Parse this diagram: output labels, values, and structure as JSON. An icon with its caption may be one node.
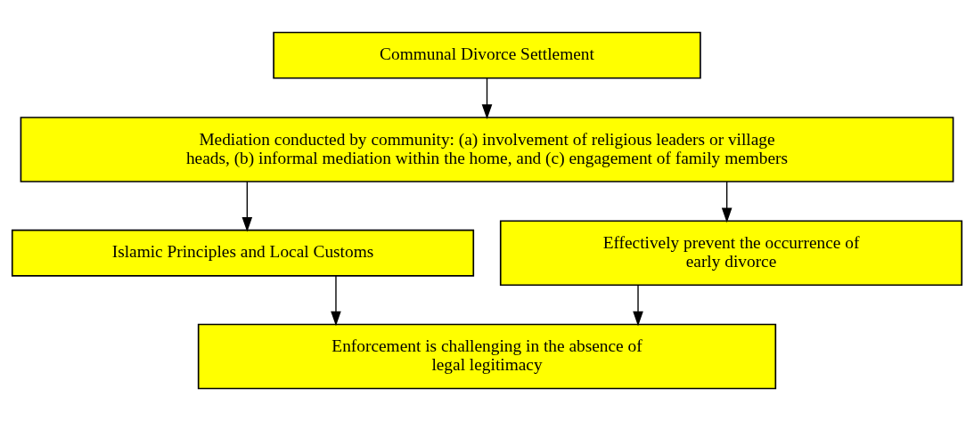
{
  "diagram": {
    "nodes": [
      {
        "text": [
          "Communal Divorce Settlement"
        ]
      },
      {
        "text": [
          "Mediation conducted by community: (a) involvement of religious leaders or village heads, (b) informal mediation within the home, and (c) engagement of family members"
        ]
      },
      {
        "text": [
          "Islamic Principles and Local Customs"
        ]
      },
      {
        "text": [
          "Effectively prevent the occurrence of early divorce"
        ]
      },
      {
        "text": [
          "Enforcement is challenging in the absence of legal legitimacy"
        ]
      }
    ],
    "edges": [
      {
        "from": 0,
        "to": 1,
        "arrow": "to"
      },
      {
        "from": 1,
        "to": 2,
        "arrow": "to"
      },
      {
        "from": 1,
        "to": 3,
        "arrow": "to"
      },
      {
        "from": 2,
        "to": 4,
        "arrow": "to"
      },
      {
        "from": 3,
        "to": 4,
        "arrow": "to"
      }
    ]
  }
}
